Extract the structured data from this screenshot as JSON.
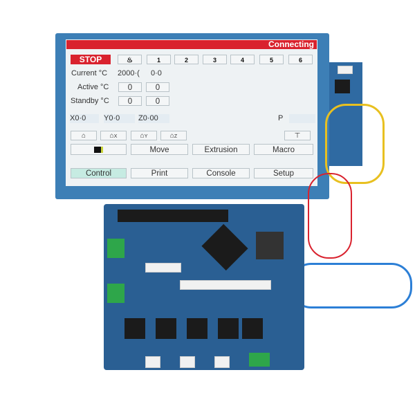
{
  "status": "Connecting",
  "stop_label": "STOP",
  "tools": [
    {
      "icon": "heated-bed-icon",
      "label": ""
    },
    {
      "icon": "extruder-icon",
      "label": "1"
    },
    {
      "icon": "extruder-icon",
      "label": "2"
    },
    {
      "icon": "extruder-icon",
      "label": "3"
    },
    {
      "icon": "extruder-icon",
      "label": "4"
    },
    {
      "icon": "extruder-icon",
      "label": "5"
    },
    {
      "icon": "extruder-icon",
      "label": "6"
    }
  ],
  "temps": {
    "current_label": "Current °C",
    "current_values": [
      "2000·(",
      "0·0"
    ],
    "active_label": "Active °C",
    "active_values": [
      "0",
      "0"
    ],
    "standby_label": "Standby °C",
    "standby_values": [
      "0",
      "0"
    ]
  },
  "position": {
    "x": "X0·0",
    "y": "Y0·0",
    "z": "Z0·00",
    "p": "P"
  },
  "home_buttons": [
    {
      "icon": "home-all-icon",
      "label": ""
    },
    {
      "icon": "home-x-icon",
      "label": "X"
    },
    {
      "icon": "home-y-icon",
      "label": "Y"
    },
    {
      "icon": "home-z-icon",
      "label": "Z"
    }
  ],
  "bed_level_icon": "bed-level-icon",
  "actions": {
    "sd_icon": "sd-card-icon",
    "move": "Move",
    "extrusion": "Extrusion",
    "macro": "Macro"
  },
  "tabs": [
    "Control",
    "Print",
    "Console",
    "Setup"
  ],
  "colors": {
    "accent_red": "#d9222e",
    "bezel_blue": "#3d7fb6",
    "active_tab": "#c6ebe2",
    "board_blue": "#2a5f93"
  }
}
